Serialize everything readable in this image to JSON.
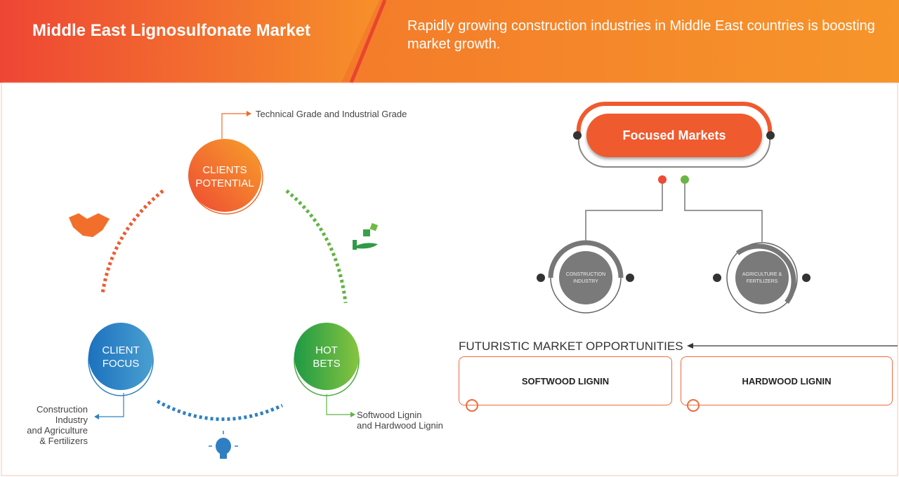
{
  "header": {
    "title": "Middle East Lignosulfonate Market",
    "subtitle": "Rapidly growing construction industries in Middle East countries is boosting market growth."
  },
  "cycle": {
    "clients_potential": {
      "label_line1": "CLIENTS",
      "label_line2": "POTENTIAL",
      "note": "Technical Grade and Industrial Grade",
      "color": "#f16a2c"
    },
    "client_focus": {
      "label_line1": "CLIENT",
      "label_line2": "FOCUS",
      "note": [
        "Construction",
        "Industry",
        "and Agriculture",
        "& Fertilizers"
      ],
      "color": "#2f82c4"
    },
    "hot_bets": {
      "label_line1": "HOT",
      "label_line2": "BETS",
      "note": [
        "Softwood Lignin",
        "and Hardwood Lignin"
      ],
      "color": "#4aad3f"
    },
    "icons": [
      "handshake-icon",
      "dice-hand-icon",
      "lightbulb-icon"
    ]
  },
  "focused": {
    "title": "Focused Markets",
    "markets": [
      {
        "line1": "CONSTRUCTION",
        "line2": "INDUSTRY"
      },
      {
        "line1": "AGRICULTURE &",
        "line2": "FERTILIZERS"
      }
    ]
  },
  "futuristic": {
    "title": "FUTURISTIC MARKET OPPORTUNITIES",
    "items": [
      "SOFTWOOD LIGNIN",
      "HARDWOOD LIGNIN"
    ]
  }
}
